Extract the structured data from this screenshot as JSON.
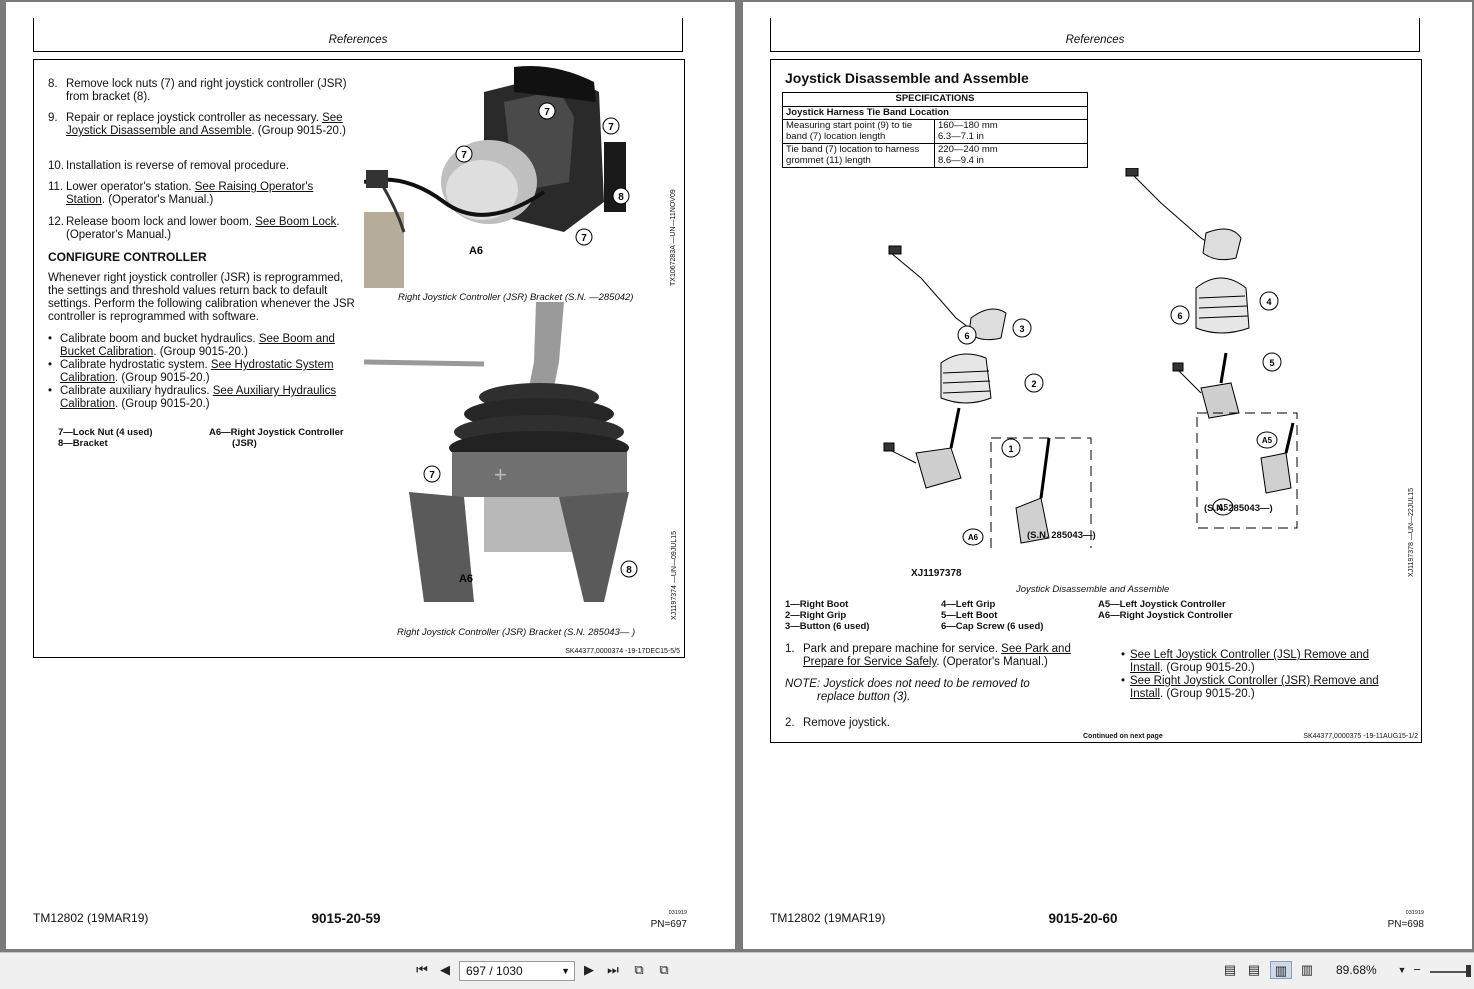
{
  "left_page": {
    "header": "References",
    "steps": [
      {
        "num": "8.",
        "text": "Remove lock nuts (7) and right joystick controller (JSR) from bracket (8)."
      },
      {
        "num": "9.",
        "pre": "Repair or replace joystick controller as necessary. ",
        "link": "See Joystick Disassemble and Assemble",
        "post": ". (Group 9015-20.)"
      },
      {
        "num": "10.",
        "text": "Installation is reverse of removal procedure."
      },
      {
        "num": "11.",
        "pre": "Lower operator's station. ",
        "link": "See Raising Operator's Station",
        "post": ". (Operator's Manual.)"
      },
      {
        "num": "12.",
        "pre": "Release boom lock and lower boom. ",
        "link": "See Boom Lock",
        "post": ". (Operator's Manual.)"
      }
    ],
    "configure_heading": "CONFIGURE CONTROLLER",
    "configure_text": "Whenever right joystick controller (JSR) is reprogrammed, the settings and threshold values return back to default settings. Perform the following calibration whenever the JSR controller is reprogrammed with software.",
    "bullets": [
      {
        "pre": "Calibrate boom and bucket hydraulics. ",
        "link": "See Boom and Bucket Calibration",
        "post": ". (Group 9015-20.)"
      },
      {
        "pre": "Calibrate hydrostatic system. ",
        "link": "See Hydrostatic System Calibration",
        "post": ". (Group 9015-20.)"
      },
      {
        "pre": "Calibrate auxiliary hydraulics. ",
        "link": "See Auxiliary Hydraulics Calibration",
        "post": ". (Group 9015-20.)"
      }
    ],
    "legend_col1": [
      "7—Lock Nut (4 used)",
      "8—Bracket"
    ],
    "legend_col2": [
      "A6—Right Joystick Controller",
      "(JSR)"
    ],
    "caption_top": "Right Joystick Controller (JSR) Bracket (S.N. —285042)",
    "caption_bottom": "Right Joystick Controller (JSR) Bracket (S.N. 285043— )",
    "image_id_top": "TX1067283A —UN—11NOV09",
    "image_id_bottom": "XJ1197374 —UN—09JUL15",
    "callouts": {
      "lock_nut": "7",
      "bracket": "8",
      "controller": "A6"
    },
    "ref_code": "SK44377,0000374 -19-17DEC15-5/5",
    "footer_doc": "TM12802 (19MAR19)",
    "footer_page": "9015-20-59",
    "footer_small": "031919",
    "footer_pn": "PN=697"
  },
  "right_page": {
    "header": "References",
    "title": "Joystick Disassemble and Assemble",
    "spec_header": "SPECIFICATIONS",
    "spec_subheader": "Joystick Harness Tie Band Location",
    "spec_rows": [
      {
        "label": "Measuring start point (9) to tie band (7) location length",
        "value1": "160—180 mm",
        "value2": "6.3—7.1 in"
      },
      {
        "label": "Tie band (7) location to harness grommet (11) length",
        "value1": "220—240 mm",
        "value2": "8.6—9.4 in"
      }
    ],
    "diagram_callouts": [
      "1",
      "2",
      "3",
      "4",
      "5",
      "6",
      "A5",
      "A6"
    ],
    "serial_a": "(S.N. 285043—)",
    "serial_b": "(S.N. 285043—)",
    "diagram_id": "XJ1197378",
    "diagram_id_vertical": "XJ1197378 —UN—22JUL15",
    "caption": "Joystick Disassemble and Assemble",
    "legend_col1": [
      "1—Right Boot",
      "2—Right Grip",
      "3—Button (6 used)"
    ],
    "legend_col2": [
      "4—Left Grip",
      "5—Left Boot",
      "6—Cap Screw (6 used)"
    ],
    "legend_col3": [
      "A5—Left Joystick Controller",
      "A6—Right Joystick Controller"
    ],
    "step1_num": "1.",
    "step1_pre": "Park and prepare machine for service. ",
    "step1_link": "See Park and Prepare for Service Safely",
    "step1_post": ". (Operator's Manual.)",
    "note": "NOTE: Joystick does not need to be removed to replace button (3).",
    "step2_num": "2.",
    "step2_text": "Remove joystick.",
    "bullets": [
      {
        "link": "See Left Joystick Controller (JSL) Remove and Install",
        "post": ". (Group 9015-20.)"
      },
      {
        "link": "See Right Joystick Controller (JSR) Remove and Install",
        "post": ". (Group 9015-20.)"
      }
    ],
    "continued": "Continued on next page",
    "ref_code": "SK44377,0000375 -19-11AUG15-1/2",
    "footer_doc": "TM12802 (19MAR19)",
    "footer_page": "9015-20-60",
    "footer_small": "031919",
    "footer_pn": "PN=698"
  },
  "toolbar": {
    "page_display": "697 / 1030",
    "zoom": "89.68%"
  }
}
